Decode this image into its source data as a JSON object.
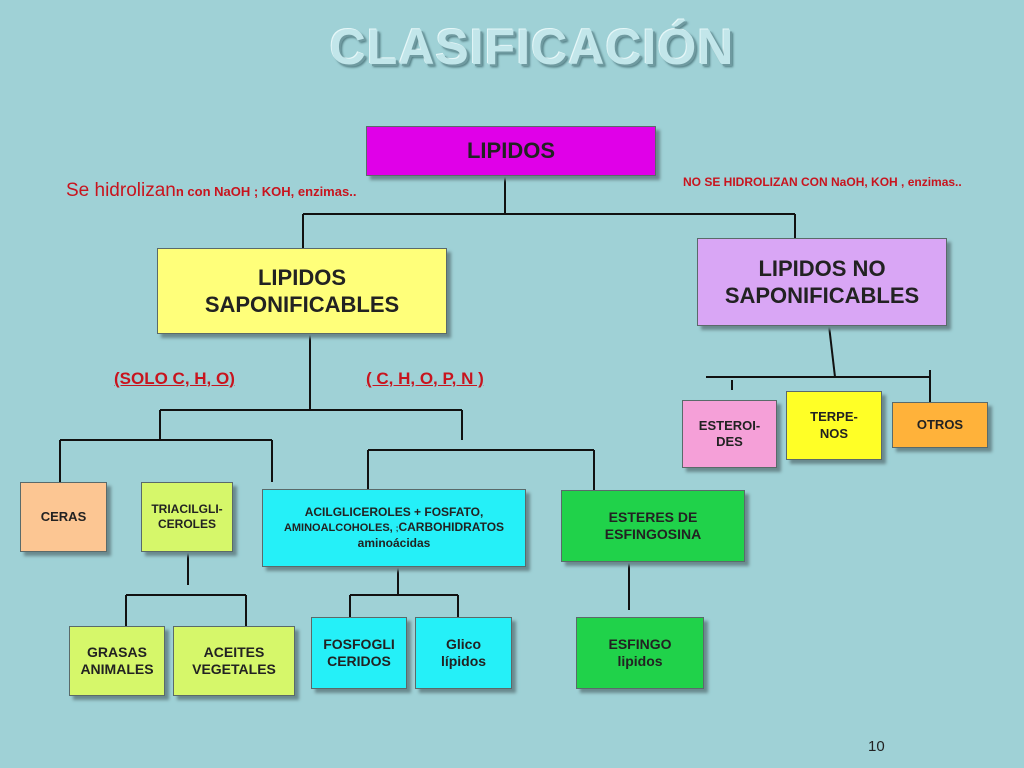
{
  "title": "CLASIFICACIÓN",
  "notes": {
    "hidrolizan_main": "Se hidrolizan",
    "hidrolizan_rest": "n con NaOH ; KOH, enzimas..",
    "no_hidrolizan_main": "NO SE HIDROLIZAN CON ",
    "no_hidrolizan_rest": "NaOH, KOH , enzimas..",
    "solo_cho": "(SOLO C, H, O)",
    "chopn": "( C, H, O, P, N )"
  },
  "boxes": {
    "lipidos": "LIPIDOS",
    "saponificables_1": "LIPIDOS",
    "saponificables_2": "SAPONIFICABLES",
    "no_saponificables_1": "LIPIDOS NO",
    "no_saponificables_2": "SAPONIFICABLES",
    "esteroides_1": "ESTEROI-",
    "esteroides_2": "DES",
    "terpenos_1": "TERPE-",
    "terpenos_2": "NOS",
    "otros": "OTROS",
    "ceras": "CERAS",
    "triacilgliceroles_1": "TRIACILGLI-",
    "triacilgliceroles_2": "CEROLES",
    "acilgliceroles_1": "ACILGLICEROLES + FOSFATO,",
    "acilgliceroles_2a": "AMINOALCOHOLES, ",
    "acilgliceroles_2b": ";",
    "acilgliceroles_2c": "CARBOHIDRATOS",
    "acilgliceroles_3": "aminoácidas",
    "esteres_1": "ESTERES DE",
    "esteres_2": "ESFINGOSINA",
    "grasas_1": "GRASAS",
    "grasas_2": "ANIMALES",
    "aceites_1": "ACEITES",
    "aceites_2": "VEGETALES",
    "fosfogli_1": "FOSFOGLI",
    "fosfogli_2": "CERIDOS",
    "glico_1": "Glico",
    "glico_2": "lípidos",
    "esfingo_1": "ESFINGO",
    "esfingo_2": "lipidos"
  },
  "page_number": "10",
  "colors": {
    "background": "#9fd1d6",
    "magenta": "#e000e8",
    "yellow": "#ffff7a",
    "lavender": "#d9a6f5",
    "pink": "#f5a0d8",
    "bright_yellow": "#ffff26",
    "orange": "#ffb23a",
    "peach": "#fcc693",
    "light_green": "#d6f76a",
    "cyan": "#25f0f8",
    "green": "#20d24a",
    "accent_red": "#c8141e"
  }
}
